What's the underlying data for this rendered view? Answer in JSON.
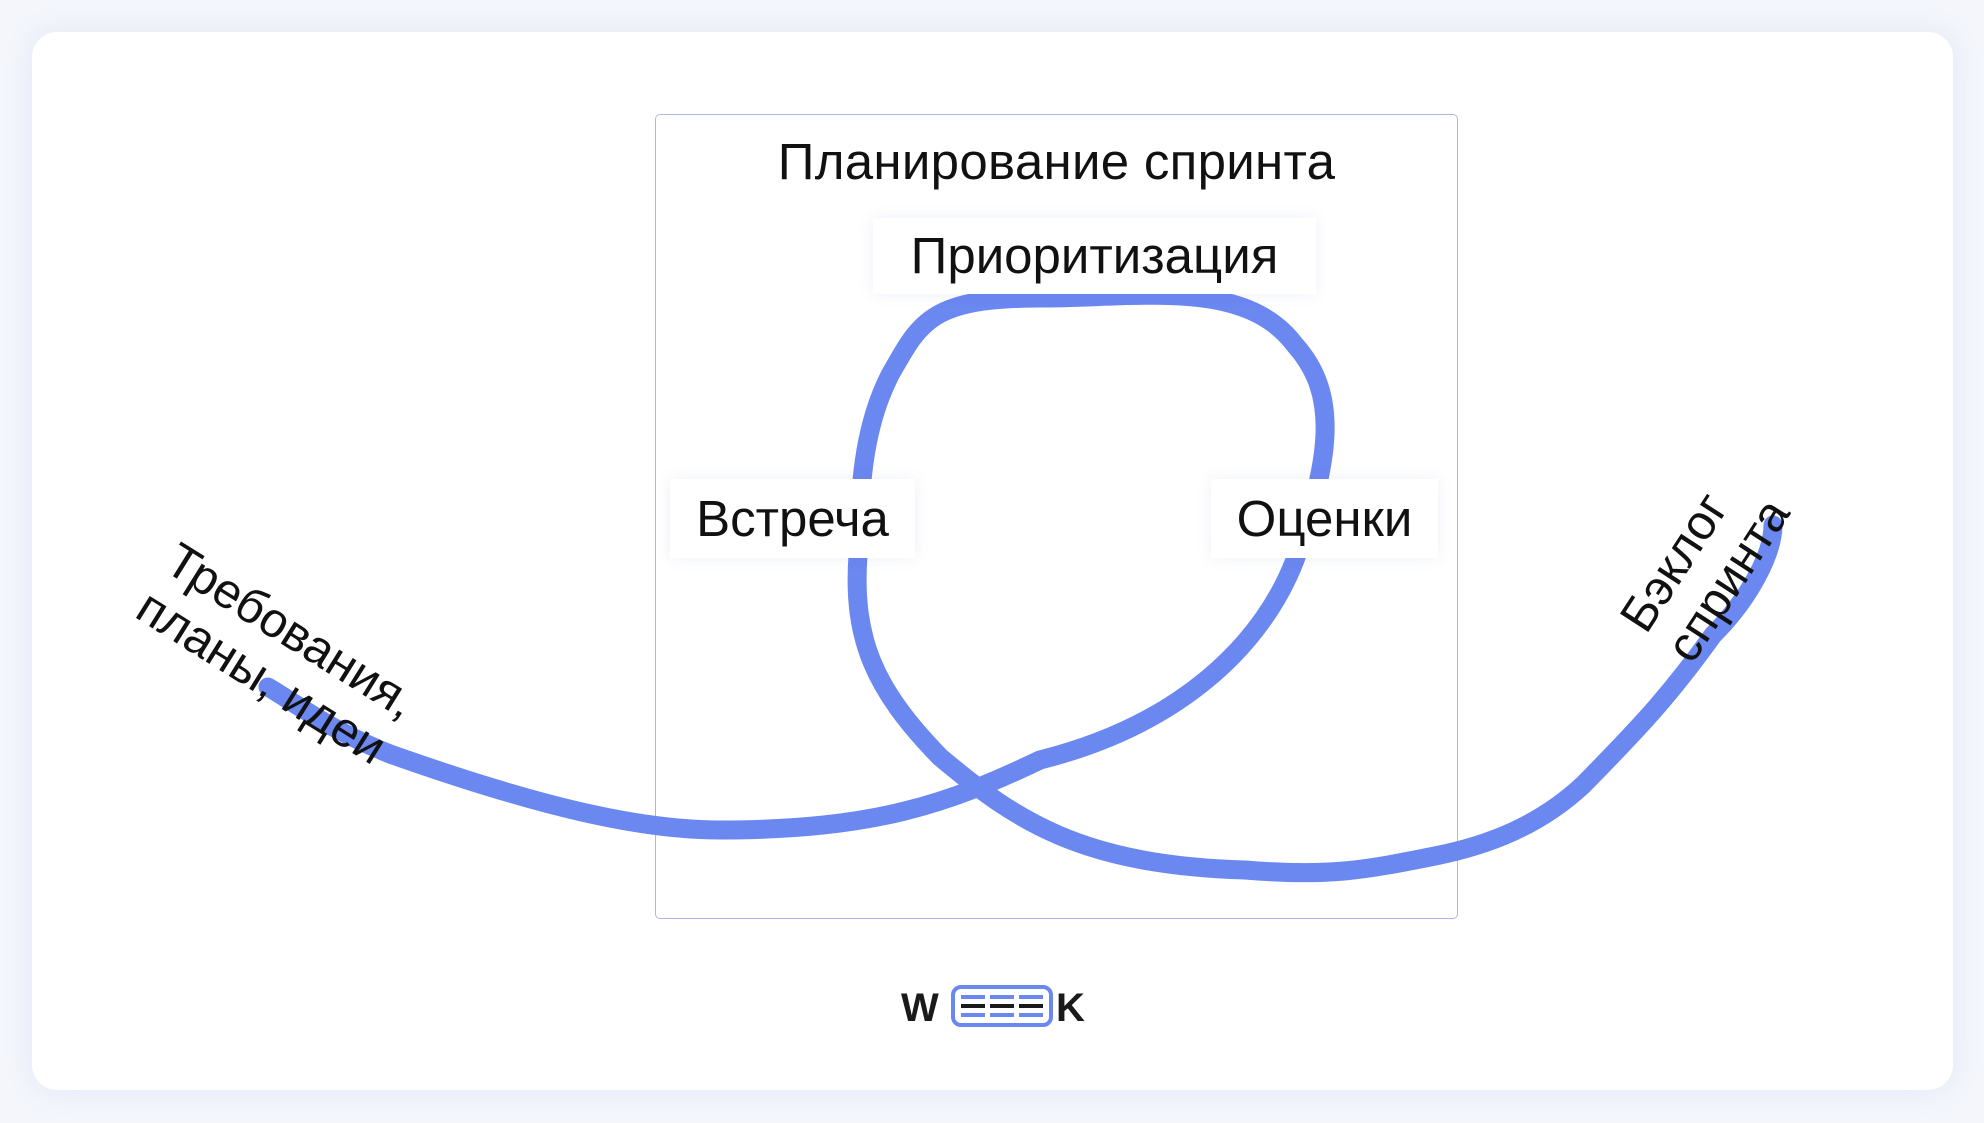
{
  "diagram": {
    "title": "Планирование спринта",
    "steps": {
      "prioritization": "Приоритизация",
      "meeting": "Встреча",
      "estimates": "Оценки"
    },
    "input_label": {
      "line1": "Требования,",
      "line2": "планы, идеи"
    },
    "output_label": {
      "line1": "Бэклог",
      "line2": "спринта"
    }
  },
  "logo": {
    "name": "WEEEK",
    "text_left": "W",
    "text_right": "K"
  },
  "colors": {
    "accent": "#6b87f0",
    "frame_border": "#aeb8e6",
    "text": "#111111",
    "background": "#ffffff",
    "logo_dark": "#1a1a1a"
  }
}
